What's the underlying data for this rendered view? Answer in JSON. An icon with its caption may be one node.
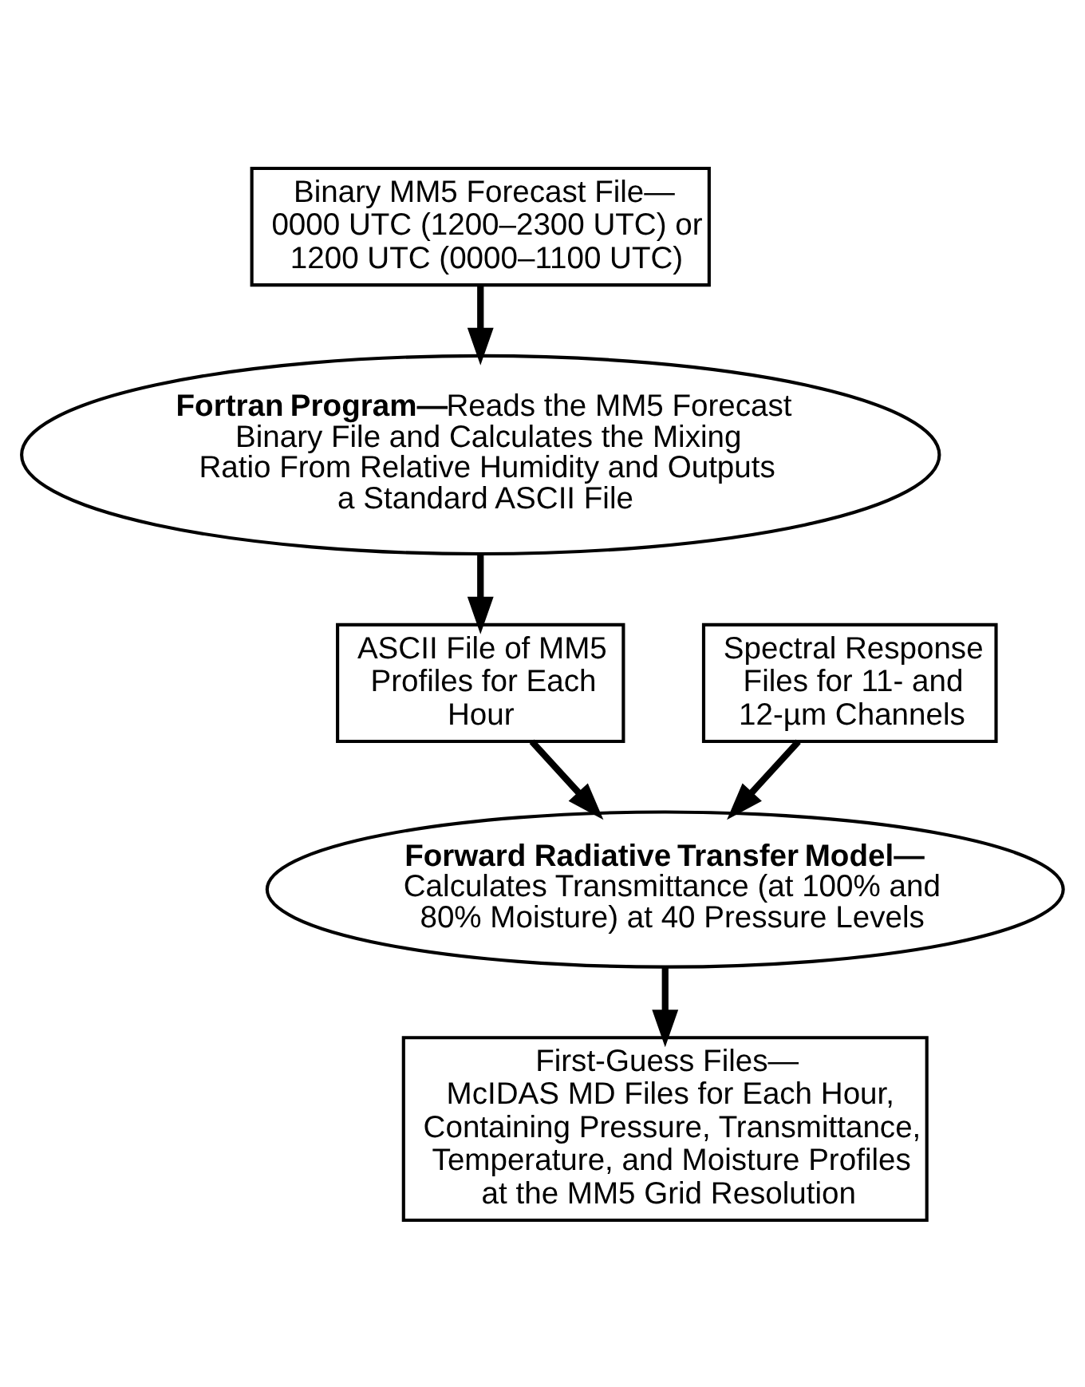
{
  "diagram": {
    "nodes": [
      {
        "text": [
          "Binary MM5 Forecast File— 0000 UTC (1200–2300 UTC) or 1200 UTC (0000–1100 UTC)"
        ]
      },
      {
        "text": [
          "**Fortran Program—**Reads the MM5 Forecast Binary File and Calculates the Mixing Ratio From Relative Humidity and Outputs a Standard ASCII File"
        ]
      },
      {
        "text": [
          "Spectral Response Files for 11- and 12-µm Channels"
        ]
      },
      {
        "text": [
          "ASCII File of MM5 Profiles for Each Hour"
        ]
      },
      {
        "text": [
          "**Forward Radiative Transfer Model—**",
          "Calculates Transmittance (at 100% and 80% Moisture) at 40 Pressure Levels"
        ]
      },
      {
        "text": [
          "First-Guess Files—",
          "McIDAS MD Files for Each Hour, Containing Pressure, Transmittance, Temperature, and Moisture Profiles at the MM5 Grid Resolution"
        ]
      }
    ],
    "edges": [
      {
        "from": 0,
        "to": 1,
        "arrow": "to"
      },
      {
        "from": 1,
        "to": 3,
        "arrow": "to"
      },
      {
        "from": 2,
        "to": 4,
        "arrow": "to"
      },
      {
        "from": 3,
        "to": 4,
        "arrow": "to"
      },
      {
        "from": 4,
        "to": 5,
        "arrow": "to"
      }
    ]
  }
}
